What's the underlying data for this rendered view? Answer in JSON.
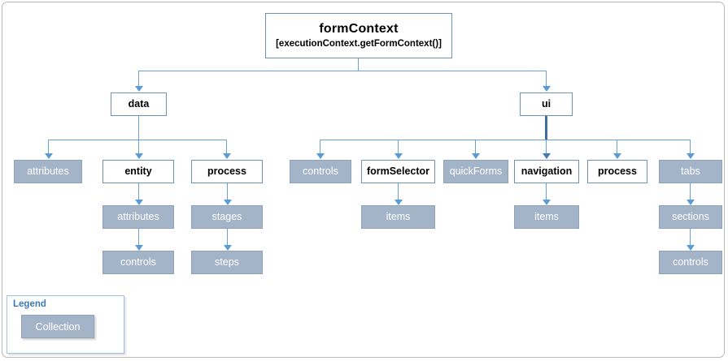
{
  "diagram": {
    "type": "tree",
    "root": {
      "title": "formContext",
      "subtitle": "[executionContext.getFormContext()]",
      "kind": "object"
    },
    "branches": [
      {
        "label": "data",
        "kind": "object",
        "children": [
          {
            "label": "attributes",
            "kind": "collection",
            "children": []
          },
          {
            "label": "entity",
            "kind": "object",
            "children": [
              {
                "label": "attributes",
                "kind": "collection",
                "children": [
                  {
                    "label": "controls",
                    "kind": "collection"
                  }
                ]
              }
            ]
          },
          {
            "label": "process",
            "kind": "object",
            "children": [
              {
                "label": "stages",
                "kind": "collection",
                "children": [
                  {
                    "label": "steps",
                    "kind": "collection"
                  }
                ]
              }
            ]
          }
        ]
      },
      {
        "label": "ui",
        "kind": "object",
        "children": [
          {
            "label": "controls",
            "kind": "collection",
            "children": []
          },
          {
            "label": "formSelector",
            "kind": "object",
            "children": [
              {
                "label": "items",
                "kind": "collection"
              }
            ]
          },
          {
            "label": "quickForms",
            "kind": "collection",
            "children": []
          },
          {
            "label": "navigation",
            "kind": "object",
            "children": [
              {
                "label": "items",
                "kind": "collection"
              }
            ]
          },
          {
            "label": "process",
            "kind": "object",
            "children": []
          },
          {
            "label": "tabs",
            "kind": "collection",
            "children": [
              {
                "label": "sections",
                "kind": "collection",
                "children": [
                  {
                    "label": "controls",
                    "kind": "collection"
                  }
                ]
              }
            ]
          }
        ]
      }
    ]
  },
  "legend": {
    "title": "Legend",
    "items": [
      {
        "label": "Collection",
        "kind": "collection"
      }
    ]
  },
  "colors": {
    "collection_fill": "#a4b4c8",
    "collection_border": "#8fa2ba",
    "object_border": "#6f93b7",
    "object_fill": "#ffffff",
    "connector": "#69a0d8",
    "connector_emphasis": "#3f6f9f",
    "legend_border": "#9dc3e6",
    "legend_title_text": "#3c78b4",
    "frame_border": "#b9b9b9",
    "canvas": "#ffffff"
  }
}
